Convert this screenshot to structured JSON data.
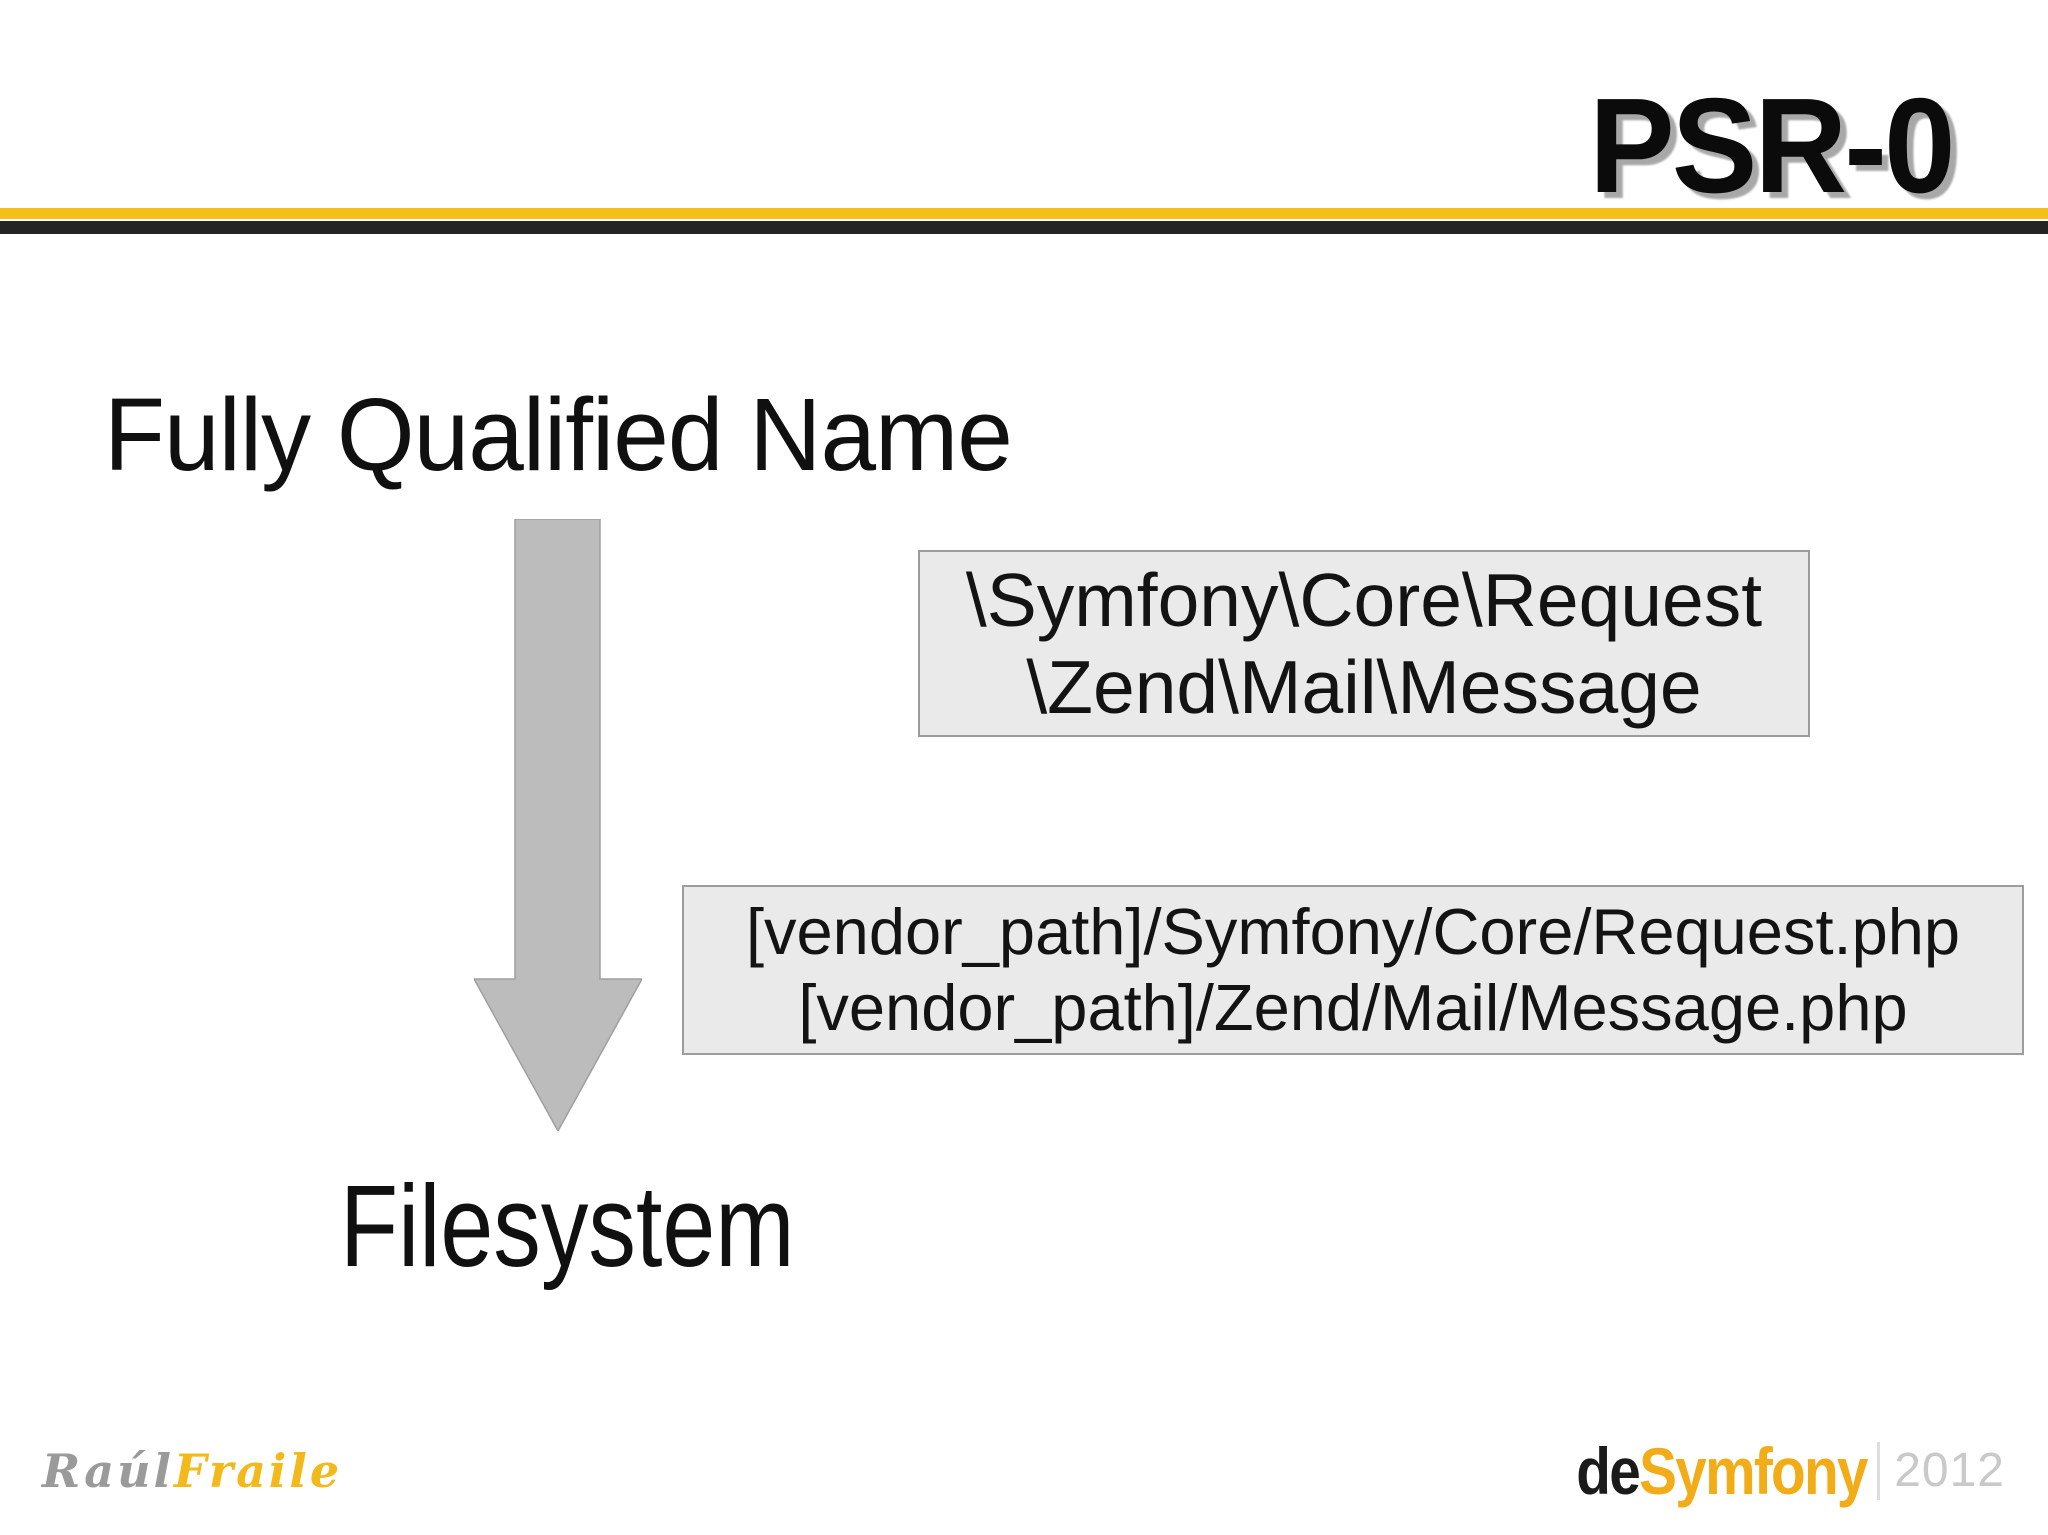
{
  "slide": {
    "title": "PSR-0",
    "heading": "Fully Qualified Name",
    "fqn_box": {
      "lines": [
        "\\Symfony\\Core\\Request",
        "\\Zend\\Mail\\Message"
      ]
    },
    "path_box": {
      "lines": [
        "[vendor_path]/Symfony/Core/Request.php",
        "[vendor_path]/Zend/Mail/Message.php"
      ]
    },
    "filesystem_label": "Filesystem",
    "footer": {
      "author": {
        "first": "Raúl",
        "last": "Fraile"
      },
      "brand": {
        "prefix": "de",
        "name": "Symfony",
        "year": "2012"
      }
    },
    "colors": {
      "accent_yellow": "#F6BE19",
      "rule_black": "#242424",
      "box_bg": "#EAEAEA",
      "box_border": "#9C9C9C",
      "arrow_gray": "#BCBCBC",
      "arrow_border": "#9F9F9F",
      "title_shadow": "#A8A8A8",
      "author_gray": "#9A9A9A",
      "author_yellow": "#F3B91A",
      "brand_dark": "#1B1B1B",
      "brand_yellow": "#F2AC18",
      "year_gray": "#C9C9C9",
      "divider_gray": "#DDDDDD"
    }
  }
}
